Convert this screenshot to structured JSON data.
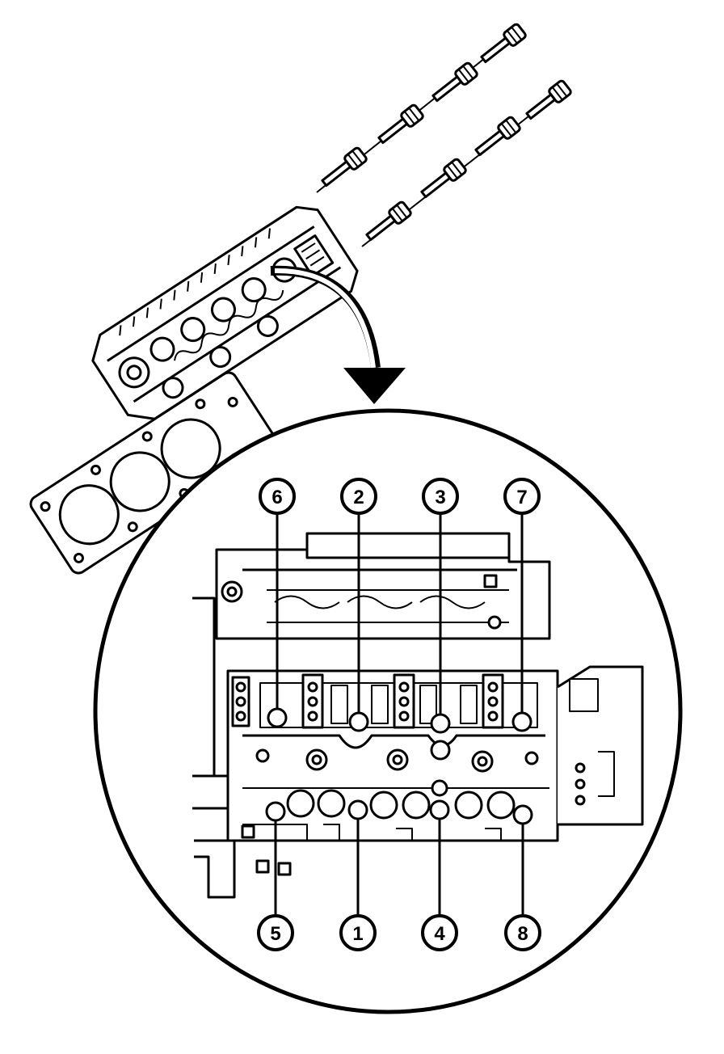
{
  "diagram": {
    "callouts_top": [
      {
        "label": "6"
      },
      {
        "label": "2"
      },
      {
        "label": "3"
      },
      {
        "label": "7"
      }
    ],
    "callouts_bottom": [
      {
        "label": "5"
      },
      {
        "label": "1"
      },
      {
        "label": "4"
      },
      {
        "label": "8"
      }
    ]
  }
}
